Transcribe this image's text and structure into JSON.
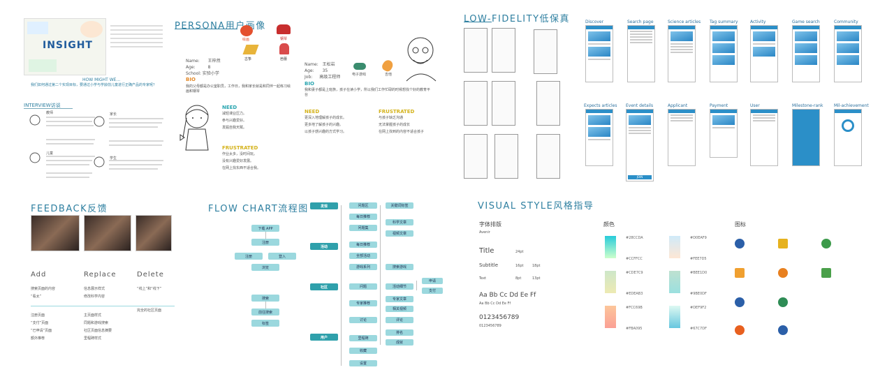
{
  "insight": {
    "title": "INSIGHT",
    "how_might_we": "HOW MIGHT WE...",
    "hmw_text": "我们如何通过第二个实现目标，要通过小学与学龄前儿童进行正确产品的专家呢？",
    "interview_title": "INTERVIEW访谈",
    "interview_left_1": "教师",
    "interview_right_1": "家长",
    "interview_left_2": "儿童",
    "interview_right_2": "学生"
  },
  "persona": {
    "title": "PERSONA用户画像",
    "p1": {
      "name_label": "Name:",
      "name": "王梓然",
      "age_label": "Age:",
      "age": "8",
      "school_label": "School:",
      "school": "实验小学",
      "bio_label": "BIO",
      "bio": "我的父母都是办公室职员，工作日，我和家长就是和同伴一起练习绘画和钢琴",
      "need_label": "NEED",
      "need_items": [
        "减轻课业压力。",
        "参与兴趣爱好。",
        "发掘自我天赋。"
      ],
      "frustrated_label": "FRUSTRATED",
      "frustrated_items": [
        "作业太多，没时间玩。",
        "没有兴趣爱好发展。",
        "在网上找东西不适合我。"
      ],
      "hobbies": [
        "绘画",
        "钢琴",
        "古筝",
        "芭蕾"
      ]
    },
    "p2": {
      "name_label": "Name:",
      "name": "王松岩",
      "age_label": "Age:",
      "age": "35",
      "job_label": "Job:",
      "job": "高级工程师",
      "bio_label": "BIO",
      "bio": "我和妻子都是上班族，孩子在读小学，所以我们工作忙碌的时候想找个好的教育平台",
      "need_label": "NEED",
      "need_items": [
        "更深入地理解孩子的成长。",
        "更多地了解孩子的兴趣。",
        "以孩子感兴趣的方式学习。"
      ],
      "frustrated_label": "FRUSTRATED",
      "frustrated_items": [
        "与孩子缺乏沟通",
        "无法掌握孩子的成长",
        "在网上找到的内容不适合孩子"
      ],
      "hobbies": [
        "电子游戏",
        "吉他"
      ]
    }
  },
  "lowfi": {
    "title": "LOW-FIDELITY低保真"
  },
  "hifi": {
    "row1": [
      "Discover",
      "Search page",
      "Science articles",
      "Tag summary",
      "Activity",
      "Game search",
      "Community"
    ],
    "row2": [
      "Expects articles",
      "Event details",
      "Applicant",
      "Payment",
      "User",
      "Milestone-rank",
      "Mil-achievement"
    ],
    "btn_join": "JOIN"
  },
  "feedback": {
    "title": "FEEDBACK反馈",
    "cols": [
      {
        "head": "Add",
        "items": [
          "搜索页面的内容",
          "“看太”"
        ],
        "items2": [
          "注册页面",
          "“支付”页面",
          "“已申请”页面",
          "额外推荐"
        ]
      },
      {
        "head": "Replace",
        "items": [
          "信息展示样式",
          "修改科学内容"
        ],
        "items2": [
          "主页面样式",
          "同题和游戏搜索",
          "社区页面信息摘要",
          "里程碑样式"
        ]
      },
      {
        "head": "Delete",
        "items": [
          "“线上”和“线下”"
        ],
        "items2": [
          "完全的社区页面"
        ]
      }
    ]
  },
  "flow": {
    "title": "FLOW CHART流程图",
    "left": [
      "下载 APP",
      "注册",
      "注册",
      "登入",
      "浏览",
      "搜索",
      "前往搜索",
      "标签"
    ],
    "main": [
      "发现",
      "活动",
      "社区",
      "用户"
    ],
    "sub": [
      "问题区",
      "每日推荐",
      "问题集",
      "每日推荐",
      "全部活动",
      "游戏系列",
      "问题",
      "专家推荐",
      "讨论",
      "里程碑",
      "收藏",
      "设置"
    ],
    "third": [
      "关键词标签",
      "科学文章",
      "视频文章",
      "搜索游戏",
      "活动细节",
      "专家文章",
      "相关视频",
      "评论",
      "排名",
      "成就"
    ],
    "fourth": [
      "申请",
      "支付"
    ]
  },
  "visual": {
    "title": "VISUAL STYLE风格指导",
    "type_head": "字体排版",
    "font_name": "Avenir",
    "title_sample": "Title",
    "title_size": "24pt",
    "subtitle_sample": "Subtitle",
    "subtitle_sizes": [
      "16pt",
      "18pt"
    ],
    "text_sample": "Text",
    "text_sizes": [
      "8pt",
      "13pt"
    ],
    "alphabet_big": "Aa Bb Cc Dd Ee Ff",
    "alphabet_small": "Aa Bb Cc Dd Ee Ff",
    "digits_big": "0123456789",
    "digits_small": "0123456789",
    "color_head": "颜色",
    "swatches": [
      {
        "top": "#28CCDA",
        "bottom": "#CCFFCC"
      },
      {
        "top": "#D0EAF9",
        "bottom": "#FEE7D5"
      },
      {
        "top": "#CDE7C9",
        "bottom": "#EDEAB3"
      },
      {
        "top": "#BEE1D0",
        "bottom": "#9BE0DF"
      },
      {
        "top": "#FCC69B",
        "bottom": "#FBA095"
      },
      {
        "top": "#DEF9F2",
        "bottom": "#67C7DF"
      }
    ],
    "icon_head": "图标"
  }
}
